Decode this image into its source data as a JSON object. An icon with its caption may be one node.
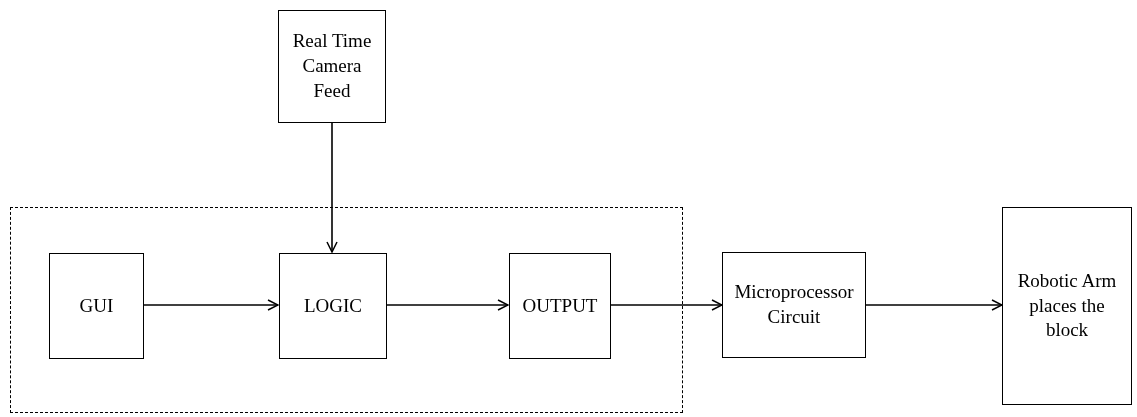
{
  "diagram": {
    "nodes": [
      {
        "text": [
          "Real Time Camera Feed"
        ]
      },
      {
        "text": [],
        "shape": "box"
      },
      {
        "text": [
          "GUI"
        ],
        "in": 1
      },
      {
        "text": [
          "LOGIC"
        ],
        "in": 1
      },
      {
        "text": [
          "OUTPUT"
        ],
        "in": 1
      },
      {
        "text": [
          "Microprocessor Circuit"
        ]
      },
      {
        "text": [
          "Robotic Arm places the block"
        ]
      }
    ],
    "edges": [
      {
        "from": 0,
        "to": 3,
        "arrow": "to"
      },
      {
        "from": 2,
        "to": 3,
        "arrow": "to"
      },
      {
        "from": 3,
        "to": 4,
        "arrow": "to"
      },
      {
        "from": 4,
        "to": 5,
        "arrow": "to"
      },
      {
        "from": 5,
        "to": 6,
        "arrow": "to"
      }
    ]
  }
}
